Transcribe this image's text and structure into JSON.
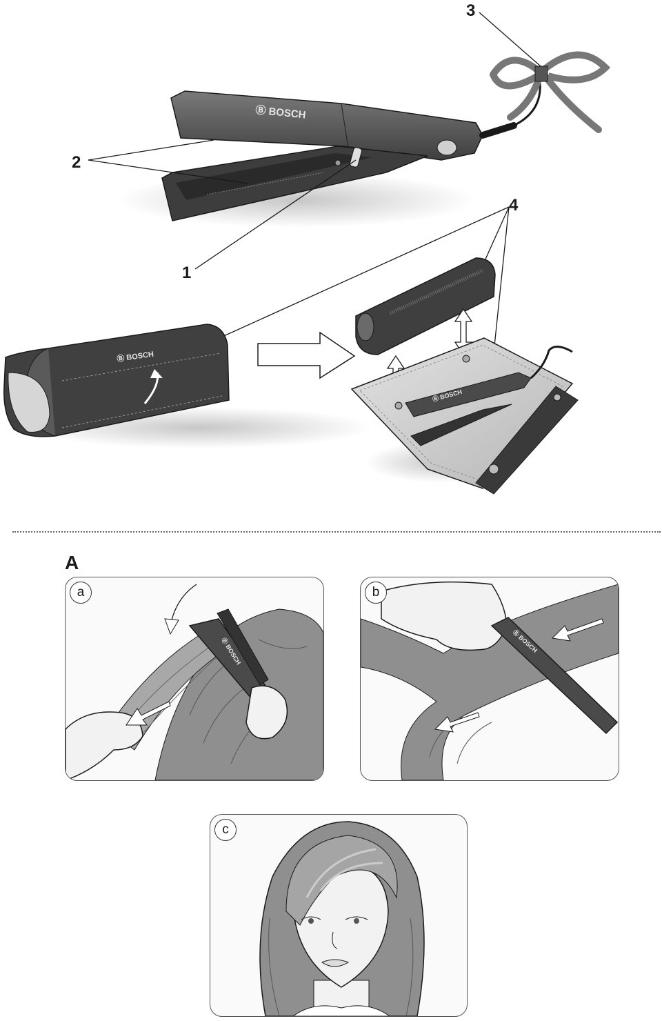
{
  "callouts": {
    "c1": "1",
    "c2": "2",
    "c3": "3",
    "c4": "4"
  },
  "brand": "BOSCH",
  "section": "A",
  "panels": {
    "a": "a",
    "b": "b",
    "c": "c"
  },
  "colors": {
    "device_dark": "#4a4a4a",
    "device_mid": "#6b6b6b",
    "mat_light": "#d4d4d4",
    "hair": "#8f8f8f",
    "skin": "#f2f2f2",
    "outline": "#1a1a1a"
  }
}
